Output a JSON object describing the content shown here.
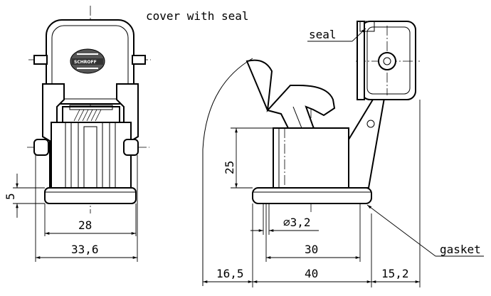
{
  "caption": "cover with seal",
  "labels": {
    "seal": "seal",
    "gasket": "gasket",
    "logo": "SCHROFF"
  },
  "dimensions": {
    "front": {
      "base_height": "5",
      "inner_width": "28",
      "outer_width": "33,6"
    },
    "side": {
      "height": "25",
      "hole_diameter": "∅3,2",
      "hole_spacing": "30",
      "base_length": "40",
      "left_overhang": "16,5",
      "right_overhang": "15,2"
    }
  }
}
